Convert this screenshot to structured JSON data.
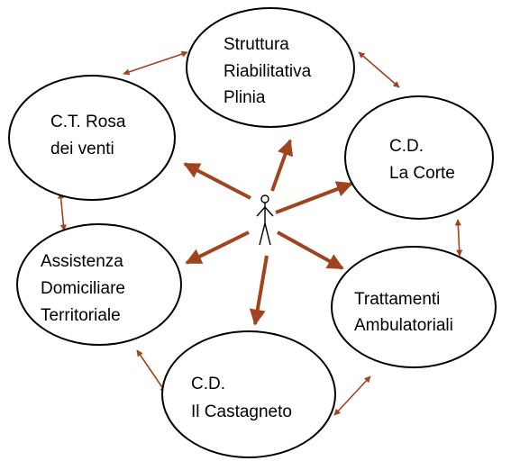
{
  "colors": {
    "arrow": "#A0431E",
    "outline": "#000000",
    "background": "#FFFFFF"
  },
  "center": {
    "icon": "person-icon"
  },
  "nodes": [
    {
      "id": "struttura",
      "lines": [
        "Struttura",
        "Riabilitativa",
        "Plinia"
      ]
    },
    {
      "id": "cd-corte",
      "lines": [
        "C.D.",
        "La Corte"
      ]
    },
    {
      "id": "trattamenti",
      "lines": [
        "Trattamenti",
        "Ambulatoriali"
      ]
    },
    {
      "id": "cd-castagneto",
      "lines": [
        "C.D.",
        "Il Castagneto"
      ]
    },
    {
      "id": "assistenza",
      "lines": [
        "Assistenza",
        "Domiciliare",
        "Territoriale"
      ]
    },
    {
      "id": "ct-rosa",
      "lines": [
        "C.T. Rosa",
        "dei venti"
      ]
    }
  ]
}
